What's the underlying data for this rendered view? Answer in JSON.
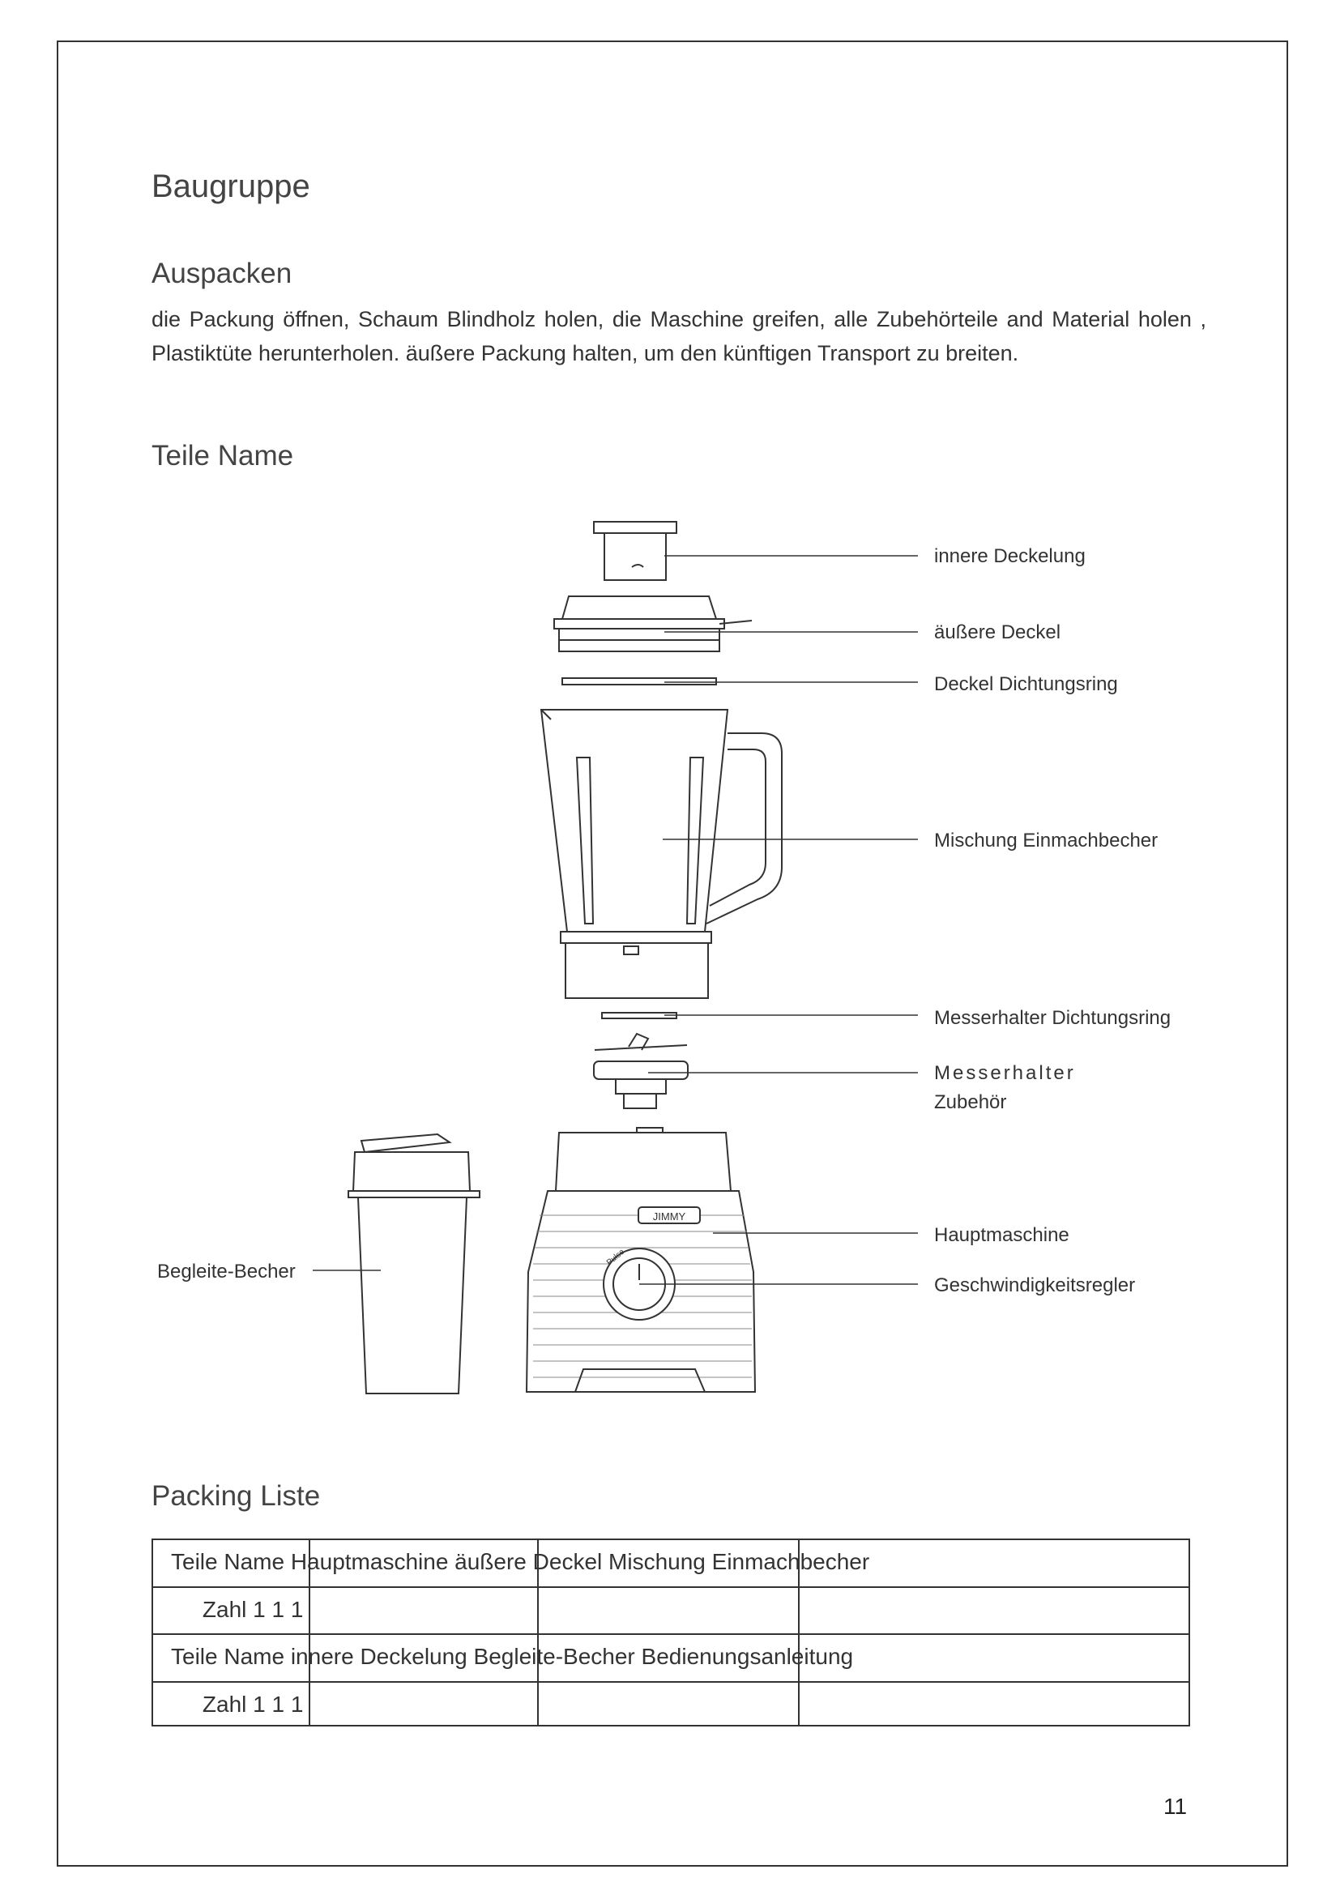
{
  "title": "Baugruppe",
  "sections": {
    "unpack_heading": "Auspacken",
    "unpack_text": " die Packung öffnen,  Schaum Blindholz holen,  die Maschine greifen, alle Zubehörteile and Material holen ,  Plastiktüte herunterholen. äußere  Packung halten, um den künftigen Transport zu breiten.",
    "parts_heading": "Teile Name",
    "packing_heading": "Packing Liste"
  },
  "diagram_labels": {
    "inner_lid": "innere Deckelung",
    "outer_lid": "äußere Deckel",
    "lid_seal": "Deckel Dichtungsring",
    "jar": "Mischung Einmachbecher",
    "blade_seal": "Messerhalter Dichtungsring",
    "blade_holder_1": "Messerhalter",
    "blade_holder_2": "Zubehör",
    "main_unit": "Hauptmaschine",
    "speed_knob": "Geschwindigkeitsregler",
    "travel_cup": "Begleite-Becher",
    "brand": "JIMMY",
    "knob_pulse": "Pulse"
  },
  "packing_table": {
    "rows": [
      "Teile Name Hauptmaschine äußere Deckel Mischung Einmachbecher",
      "     Zahl 1 1 1",
      "Teile Name innere Deckelung Begleite-Becher Bedienungsanleitung",
      "     Zahl 1 1 1"
    ]
  },
  "page_number": "11"
}
